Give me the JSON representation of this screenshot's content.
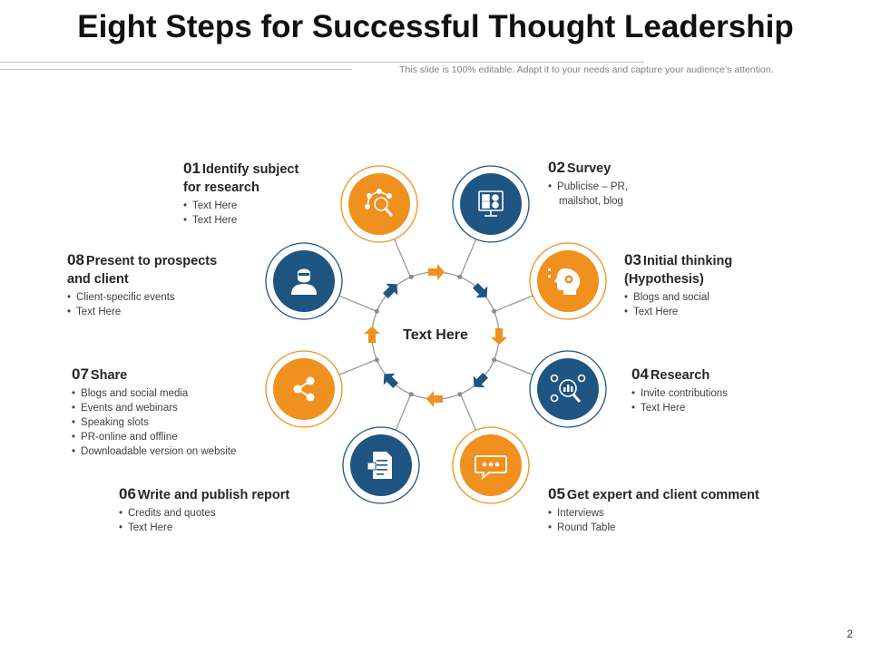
{
  "title": "Eight Steps for Successful Thought Leadership",
  "subtitle": "This slide is 100% editable. Adapt it to your needs and capture your audience’s attention.",
  "page_number": "2",
  "center_text": "Text Here",
  "colors": {
    "orange": "#F0901E",
    "blue": "#1E5582",
    "connector": "#9a9a9a"
  },
  "steps": [
    {
      "num": "01",
      "title_lines": [
        "Identify subject",
        "for research"
      ],
      "bullets": [
        "Text Here",
        "Text Here"
      ],
      "icon": "network-magnifier-icon",
      "color": "orange"
    },
    {
      "num": "02",
      "title_lines": [
        "Survey"
      ],
      "bullets": [
        "Publicise – PR,",
        "mailshot, blog"
      ],
      "icon": "monitor-dashboard-icon",
      "color": "blue"
    },
    {
      "num": "03",
      "title_lines": [
        "Initial thinking",
        "(Hypothesis)"
      ],
      "bullets": [
        "Blogs and social",
        "Text Here"
      ],
      "icon": "head-thinking-icon",
      "color": "orange"
    },
    {
      "num": "04",
      "title_lines": [
        "Research"
      ],
      "bullets": [
        "Invite  contributions",
        "Text Here"
      ],
      "icon": "research-magnifier-icon",
      "color": "blue"
    },
    {
      "num": "05",
      "title_lines": [
        "Get expert and client comment"
      ],
      "bullets": [
        "Interviews",
        "Round Table"
      ],
      "icon": "chat-bubble-icon",
      "color": "orange"
    },
    {
      "num": "06",
      "title_lines": [
        "Write and publish report"
      ],
      "bullets": [
        "Credits and quotes",
        "Text Here"
      ],
      "icon": "document-icon",
      "color": "blue"
    },
    {
      "num": "07",
      "title_lines": [
        "Share"
      ],
      "bullets": [
        "Blogs and social media",
        "Events and webinars",
        "Speaking slots",
        "PR-online  and offline",
        "Downloadable  version  on website"
      ],
      "icon": "share-icon",
      "color": "orange"
    },
    {
      "num": "08",
      "title_lines": [
        "Present to prospects",
        "and client"
      ],
      "bullets": [
        "Client-specific events",
        "Text Here"
      ],
      "icon": "user-icon",
      "color": "blue"
    }
  ]
}
